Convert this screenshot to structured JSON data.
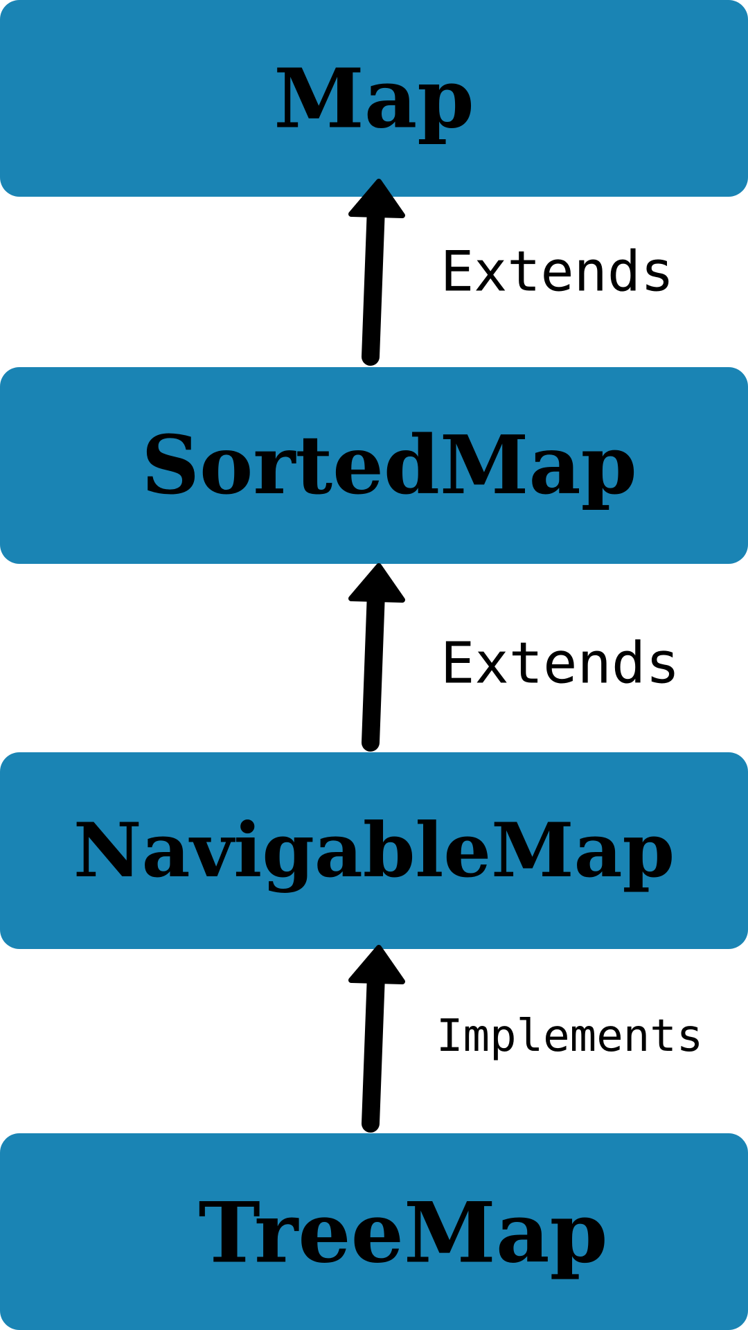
{
  "diagram": {
    "nodes": [
      {
        "id": "map",
        "label": "Map"
      },
      {
        "id": "sortedmap",
        "label": "SortedMap"
      },
      {
        "id": "navigablemap",
        "label": "NavigableMap"
      },
      {
        "id": "treemap",
        "label": "TreeMap"
      }
    ],
    "edges": [
      {
        "from": "sortedmap",
        "to": "map",
        "label": "Extends"
      },
      {
        "from": "navigablemap",
        "to": "sortedmap",
        "label": "Extends"
      },
      {
        "from": "treemap",
        "to": "navigablemap",
        "label": "Implements"
      }
    ],
    "colors": {
      "box_fill": "#1a84b4",
      "text": "#000000",
      "arrow": "#000000",
      "background": "#ffffff"
    }
  }
}
